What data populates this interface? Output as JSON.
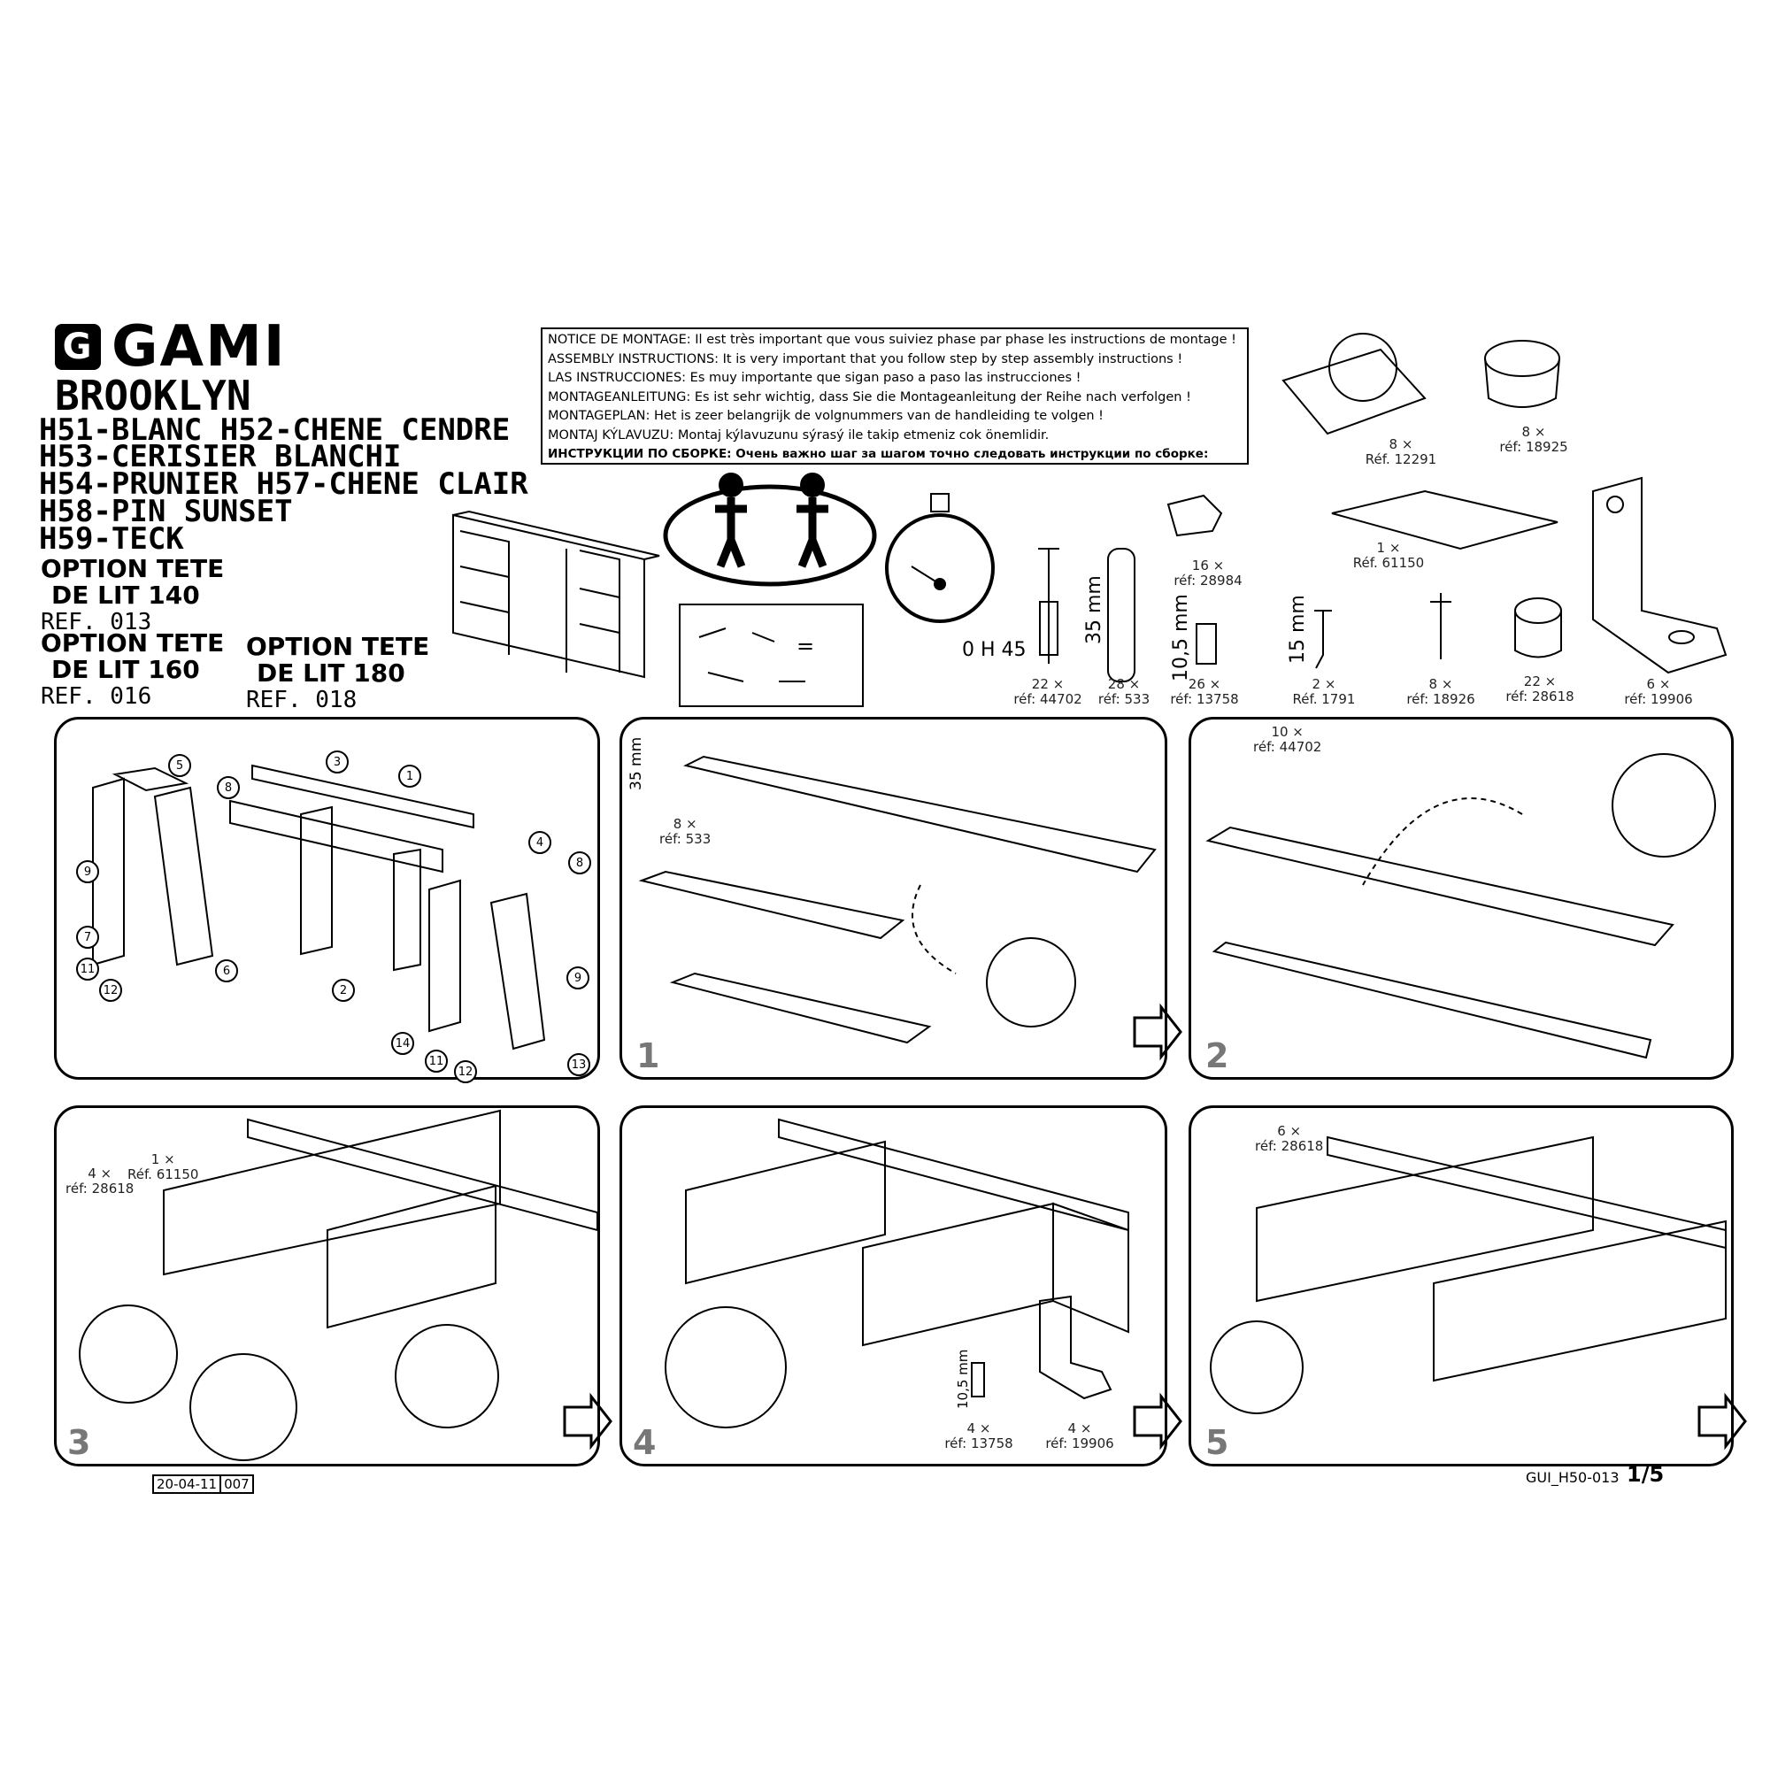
{
  "brand": "GAMI",
  "model": "BROOKLYN",
  "variants": [
    "H51-BLANC H52-CHENE CENDRE",
    "H53-CERISIER BLANCHI",
    "H54-PRUNIER H57-CHENE CLAIR",
    "H58-PIN SUNSET",
    "H59-TECK"
  ],
  "options": [
    {
      "line1": "OPTION TETE",
      "line2": "DE LIT 140",
      "ref": "REF. 013"
    },
    {
      "line1": "OPTION TETE",
      "line2": "DE LIT 160",
      "ref": "REF. 016"
    },
    {
      "line1": "OPTION TETE",
      "line2": "DE LIT 180",
      "ref": "REF. 018"
    }
  ],
  "notice": [
    "NOTICE DE MONTAGE: Il est très important que vous suiviez phase par phase les instructions de montage !",
    "ASSEMBLY INSTRUCTIONS: It is very important that you follow step by step assembly instructions !",
    "LAS INSTRUCCIONES: Es muy importante que sigan paso a paso las instrucciones !",
    "MONTAGEANLEITUNG: Es ist sehr wichtig, dass Sie die Montageanleitung der Reihe nach verfolgen !",
    "MONTAGEPLAN: Het is zeer belangrijk de volgnummers van de handleiding te volgen !",
    "MONTAJ KÝLAVUZU: Montaj kýlavuzunu sýrasý ile takip etmeniz cok önemlidir.",
    "ИНСТРУКЦИИ ПО СБОРКЕ: Очень важно шаг за шагом точно следовать инструкции по сборке:"
  ],
  "time": "0 H 45",
  "hardware": [
    {
      "qty": "8 ×",
      "ref": "Réf. 12291"
    },
    {
      "qty": "8 ×",
      "ref": "réf: 18925"
    },
    {
      "qty": "16 ×",
      "ref": "réf: 28984"
    },
    {
      "qty": "1 ×",
      "ref": "Réf. 61150"
    },
    {
      "qty": "22 ×",
      "ref": "réf: 44702"
    },
    {
      "qty": "28 ×",
      "ref": "réf: 533"
    },
    {
      "qty": "26 ×",
      "ref": "réf: 13758"
    },
    {
      "qty": "2 ×",
      "ref": "Réf. 1791"
    },
    {
      "qty": "8 ×",
      "ref": "réf: 18926"
    },
    {
      "qty": "22 ×",
      "ref": "réf: 28618"
    },
    {
      "qty": "6 ×",
      "ref": "réf: 19906"
    }
  ],
  "dims": {
    "d35": "35 mm",
    "d105": "10,5 mm",
    "d15": "15 mm"
  },
  "steps": {
    "s1": {
      "number": "1",
      "qty": "8 ×",
      "ref": "réf: 533",
      "dim": "35 mm"
    },
    "s2": {
      "number": "2",
      "qty": "10 ×",
      "ref": "réf: 44702"
    },
    "s3": {
      "number": "3",
      "qty1": "4 ×",
      "ref1": "réf: 28618",
      "qty2": "1 ×",
      "ref2": "Réf. 61150"
    },
    "s4": {
      "number": "4",
      "qty1": "4 ×",
      "ref1": "réf: 13758",
      "qty2": "4 ×",
      "ref2": "réf: 19906",
      "dim": "10,5 mm"
    },
    "s5": {
      "number": "5",
      "qty": "6 ×",
      "ref": "réf: 28618"
    }
  },
  "parts_overview": [
    "5",
    "8",
    "3",
    "1",
    "9",
    "7",
    "11",
    "12",
    "6",
    "2",
    "4",
    "8",
    "9",
    "14",
    "11",
    "12",
    "13"
  ],
  "footer": {
    "date": "20-04-11",
    "code": "007",
    "doc": "GUI_H50-013",
    "page": "1/5"
  }
}
